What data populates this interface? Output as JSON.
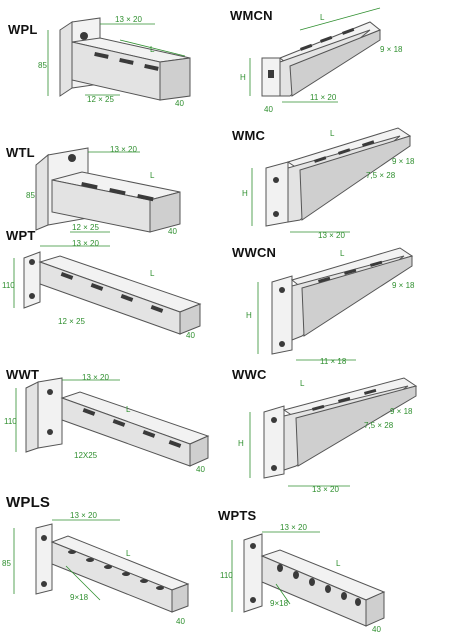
{
  "items": [
    {
      "code": "WPL",
      "dims": {
        "top": "13 × 20",
        "inner": "12 × 25",
        "height": "85",
        "length": "L",
        "foot": "40"
      }
    },
    {
      "code": "WMCN",
      "dims": {
        "inner": "11 × 20",
        "top": "9 × 18",
        "height": "H",
        "length": "L",
        "foot": "40"
      }
    },
    {
      "code": "WTL",
      "dims": {
        "top": "13 × 20",
        "inner": "12 × 25",
        "height": "85",
        "length": "L",
        "foot": "40"
      }
    },
    {
      "code": "WMC",
      "dims": {
        "inner": "13 × 20",
        "top": "9 × 18",
        "side": "7,5 × 28",
        "height": "H",
        "length": "L"
      }
    },
    {
      "code": "WPT",
      "dims": {
        "top": "13 × 20",
        "inner": "12 × 25",
        "height": "110",
        "length": "L",
        "foot": "40"
      }
    },
    {
      "code": "WWCN",
      "dims": {
        "inner": "11 × 18",
        "top": "9 × 18",
        "height": "H",
        "length": "L"
      }
    },
    {
      "code": "WWT",
      "dims": {
        "top": "13 × 20",
        "inner": "12X25",
        "height": "110",
        "length": "L",
        "foot": "40"
      }
    },
    {
      "code": "WWC",
      "dims": {
        "inner": "13 × 20",
        "top": "9 × 18",
        "side": "7,5 × 28",
        "height": "H",
        "length": "L"
      }
    },
    {
      "code": "WPLS",
      "dims": {
        "top": "13 × 20",
        "inner": "9×18",
        "height": "85",
        "length": "L",
        "foot": "40"
      }
    },
    {
      "code": "WPTS",
      "dims": {
        "top": "13 × 20",
        "inner": "9×18",
        "height": "110",
        "length": "L",
        "foot": "40"
      }
    }
  ]
}
